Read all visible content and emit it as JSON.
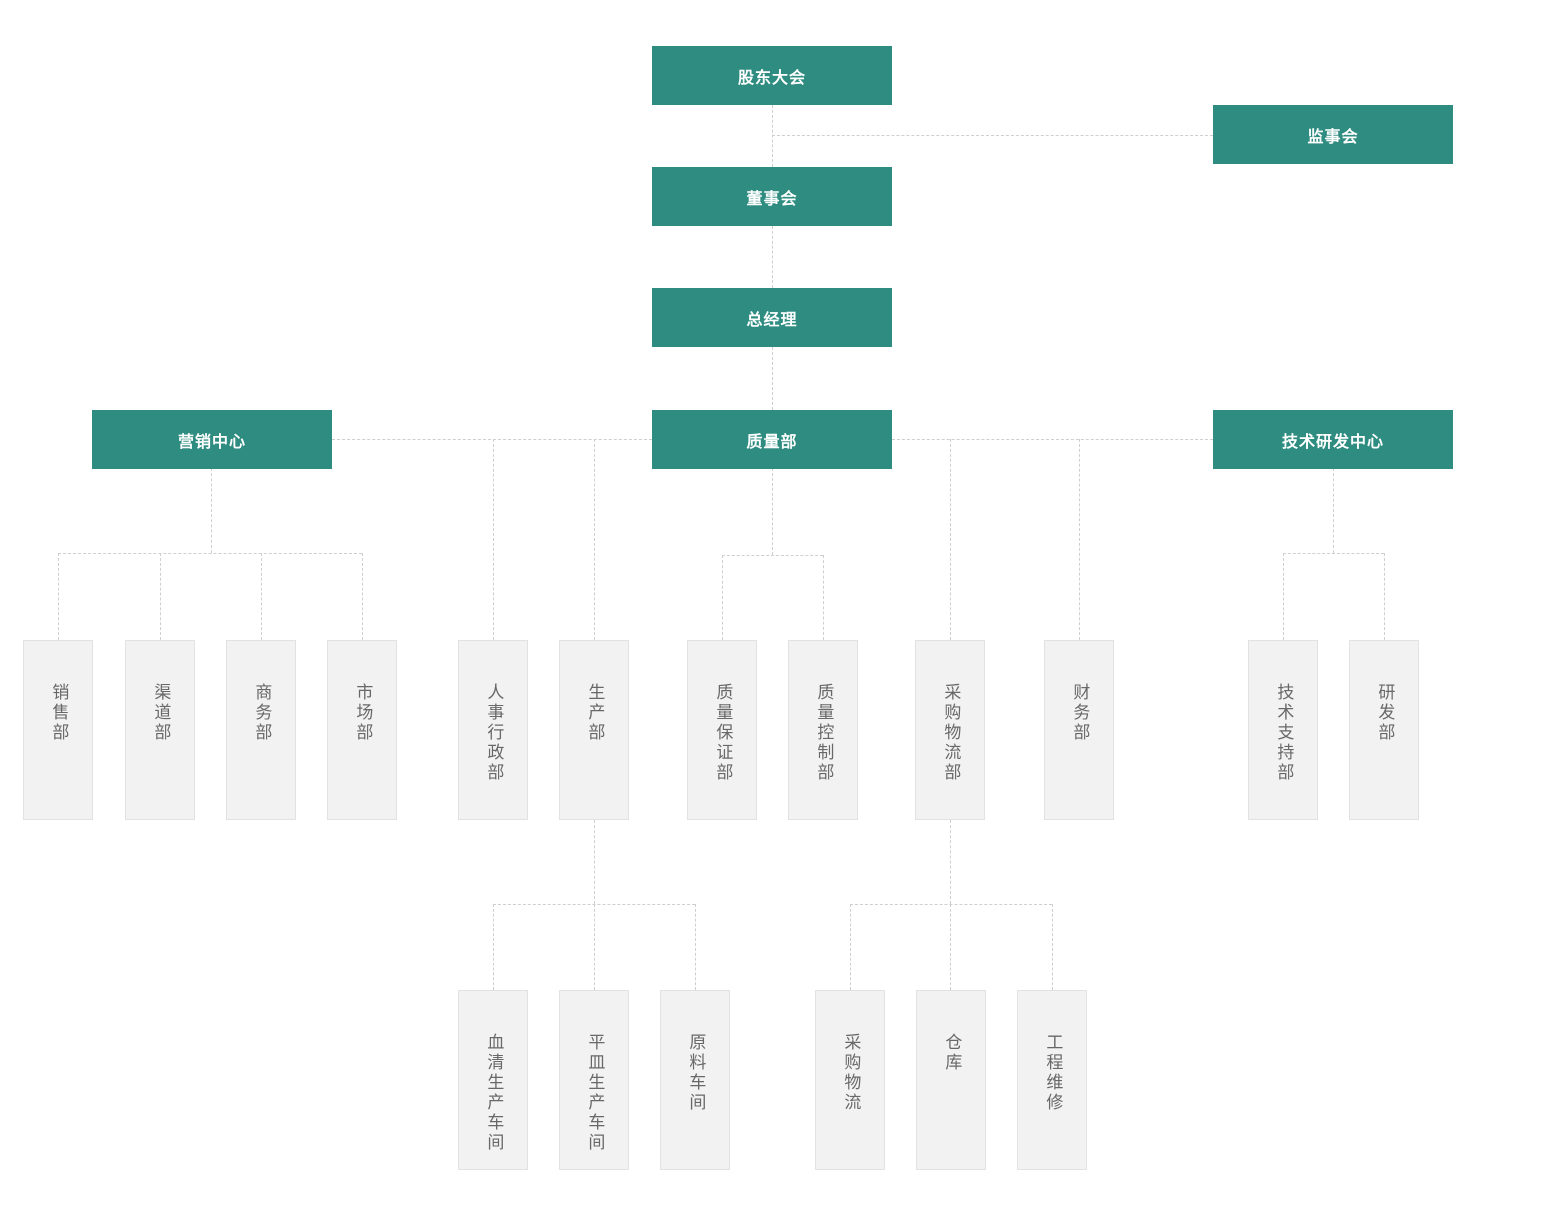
{
  "colors": {
    "primary_box_bg": "#2e8c80",
    "primary_box_text": "#ffffff",
    "dept_box_bg": "#f2f2f2",
    "dept_box_border": "#e2e2e2",
    "dept_box_text": "#686868",
    "connector_line": "#cfcfcf"
  },
  "org": {
    "shareholders_meeting": "股东大会",
    "supervisory_board": "监事会",
    "board_of_directors": "董事会",
    "general_manager": "总经理",
    "marketing_center": "营销中心",
    "quality_department": "质量部",
    "tech_rd_center": "技术研发中心",
    "departments": [
      "销售部",
      "渠道部",
      "商务部",
      "市场部",
      "人事行政部",
      "生产部",
      "质量保证部",
      "质量控制部",
      "采购物流部",
      "财务部",
      "技术支持部",
      "研发部"
    ],
    "workshops": [
      "血清生产车间",
      "平皿生产车间",
      "原料车间",
      "采购物流",
      "仓库",
      "工程维修"
    ]
  }
}
